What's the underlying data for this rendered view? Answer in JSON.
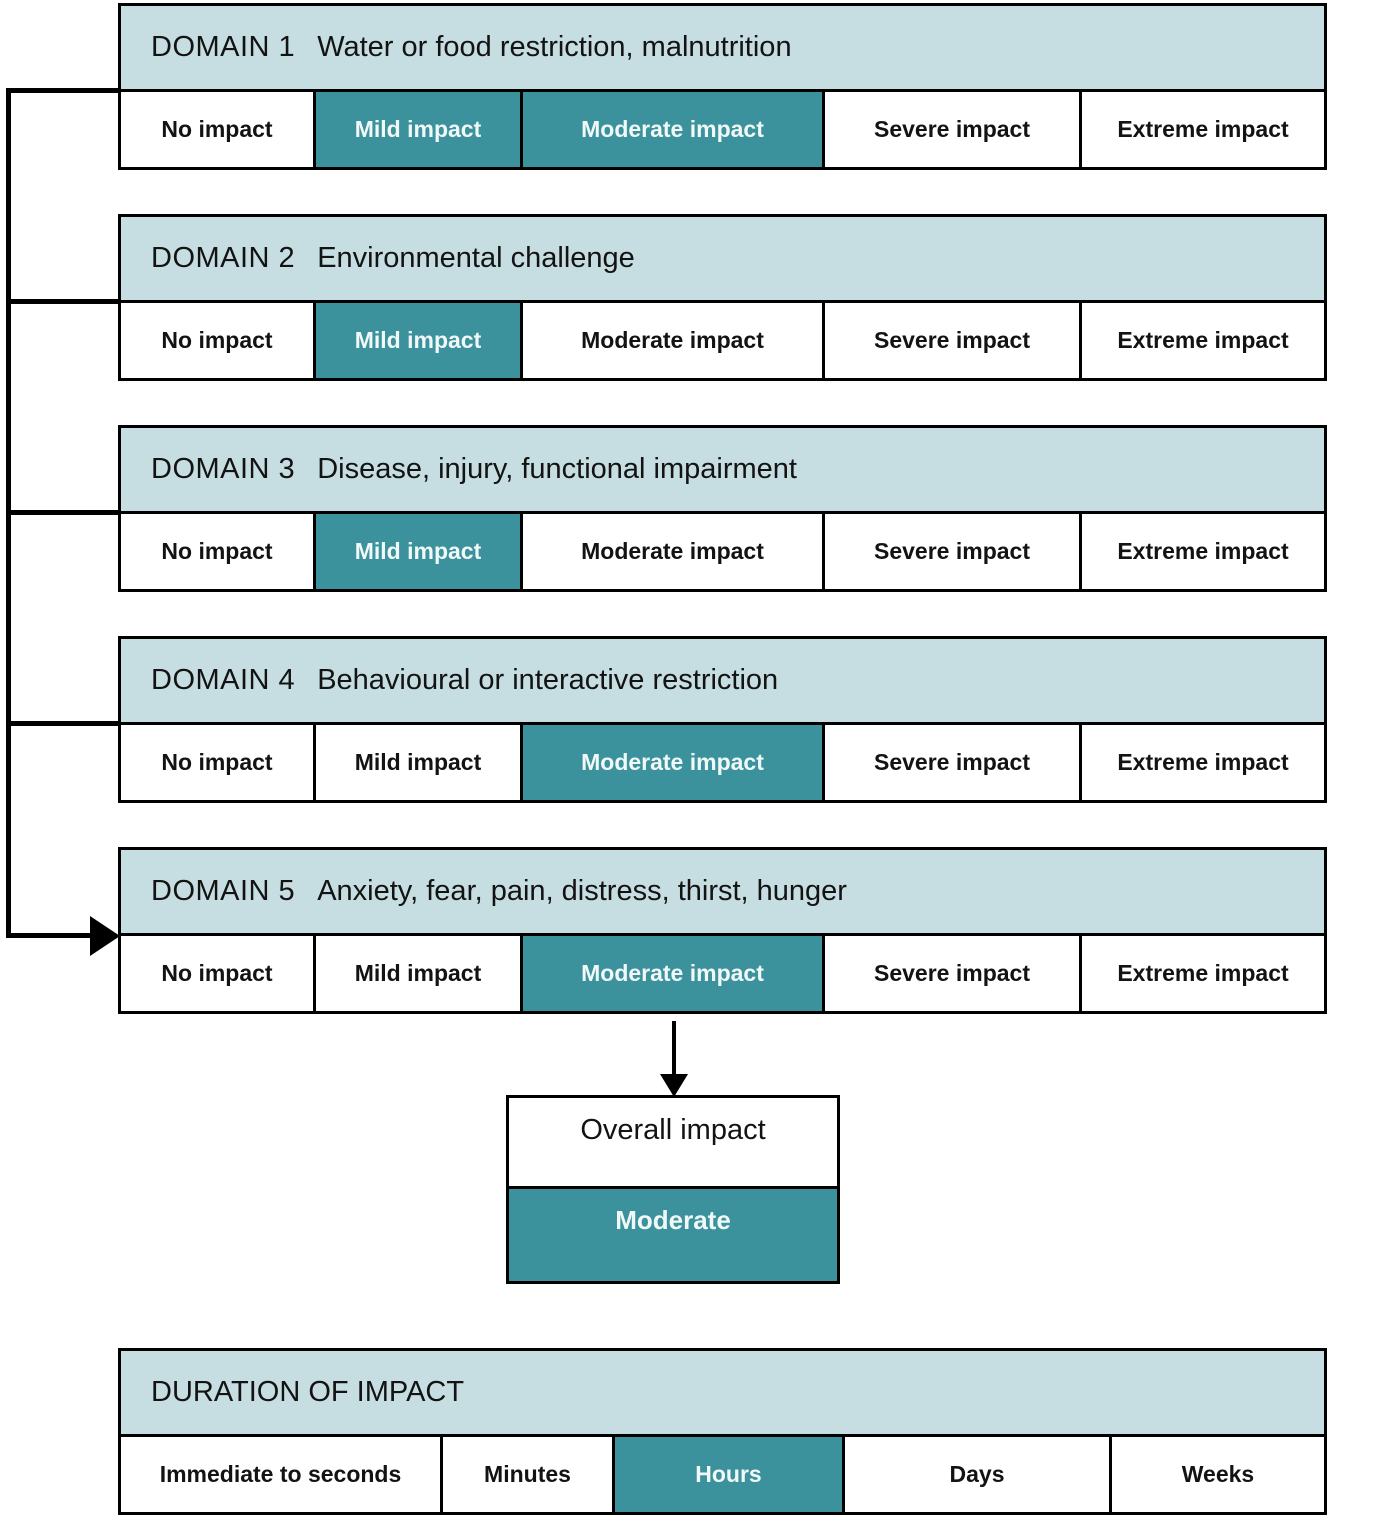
{
  "colors": {
    "header_bg": "#c6dee2",
    "highlight_teal": "#3b929d",
    "border": "#000000",
    "text_dark": "#131313",
    "text_on_teal": "#f0f8f8"
  },
  "impact_scale": [
    "No impact",
    "Mild impact",
    "Moderate impact",
    "Severe impact",
    "Extreme impact"
  ],
  "domains": [
    {
      "label": "DOMAIN 1",
      "title": "Water or food restriction, malnutrition",
      "selected": [
        1,
        2
      ]
    },
    {
      "label": "DOMAIN 2",
      "title": "Environmental challenge",
      "selected": [
        1
      ]
    },
    {
      "label": "DOMAIN 3",
      "title": "Disease, injury, functional impairment",
      "selected": [
        1
      ]
    },
    {
      "label": "DOMAIN 4",
      "title": "Behavioural or interactive restriction",
      "selected": [
        2
      ]
    },
    {
      "label": "DOMAIN 5",
      "title": "Anxiety, fear, pain, distress, thirst, hunger",
      "selected": [
        2
      ]
    }
  ],
  "overall": {
    "label": "Overall impact",
    "value": "Moderate"
  },
  "duration": {
    "label": "DURATION OF IMPACT",
    "options": [
      "Immediate to seconds",
      "Minutes",
      "Hours",
      "Days",
      "Weeks"
    ],
    "selected": 2
  }
}
